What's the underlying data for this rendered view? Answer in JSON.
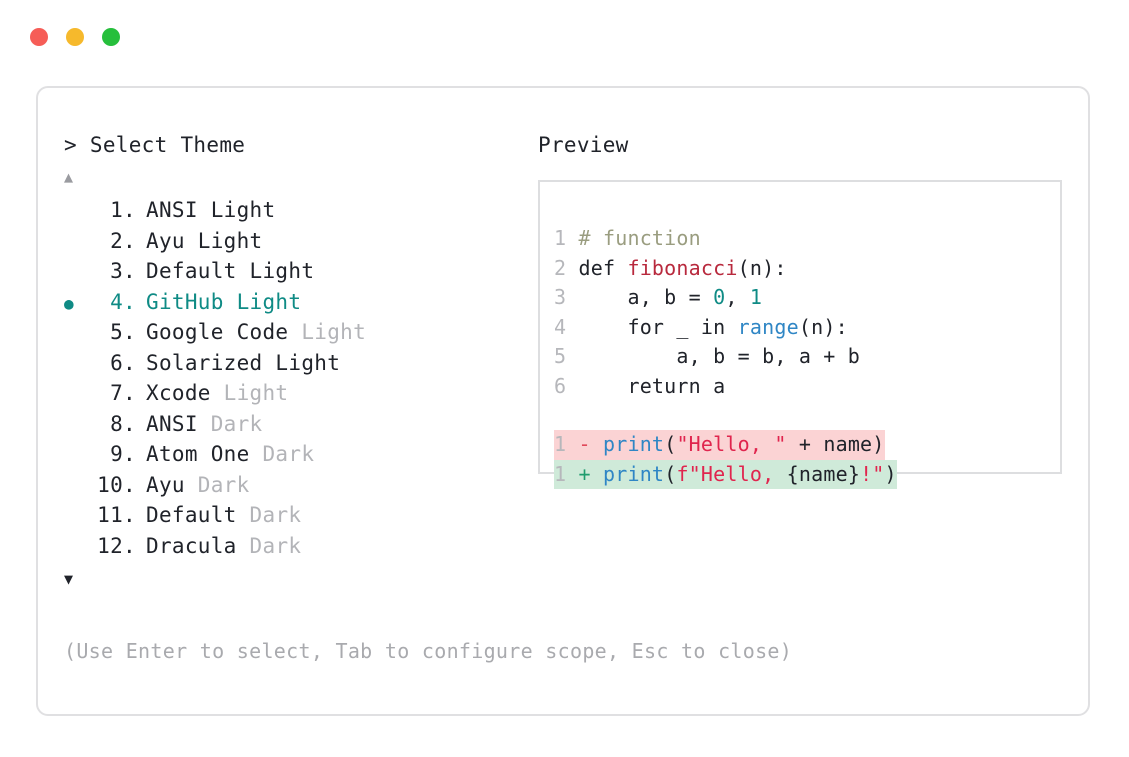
{
  "window": {
    "traffic_lights": [
      {
        "name": "close",
        "color": "#f65d57"
      },
      {
        "name": "minimize",
        "color": "#f6b92c"
      },
      {
        "name": "maximize",
        "color": "#26bf3c"
      }
    ]
  },
  "prompt": {
    "text": "> Select Theme",
    "symbol": ">",
    "label": "Select Theme"
  },
  "scroll": {
    "up_arrow": "▲",
    "down_arrow": "▼",
    "up_active": false,
    "down_active": true
  },
  "selection": {
    "marker": "●",
    "selected_index": 4,
    "accent_color": "#0f8b85"
  },
  "themes": [
    {
      "number": " 1.",
      "name": "ANSI Light",
      "suffix": "",
      "dim_suffix": false,
      "selected": false
    },
    {
      "number": " 2.",
      "name": "Ayu Light",
      "suffix": "",
      "dim_suffix": false,
      "selected": false
    },
    {
      "number": " 3.",
      "name": "Default Light",
      "suffix": "",
      "dim_suffix": false,
      "selected": false
    },
    {
      "number": " 4.",
      "name": "GitHub Light",
      "suffix": "",
      "dim_suffix": false,
      "selected": true
    },
    {
      "number": " 5.",
      "name": "Google Code",
      "suffix": " Light",
      "dim_suffix": true,
      "selected": false
    },
    {
      "number": " 6.",
      "name": "Solarized Light",
      "suffix": "",
      "dim_suffix": false,
      "selected": false
    },
    {
      "number": " 7.",
      "name": "Xcode",
      "suffix": " Light",
      "dim_suffix": true,
      "selected": false
    },
    {
      "number": " 8.",
      "name": "ANSI",
      "suffix": " Dark",
      "dim_suffix": true,
      "selected": false
    },
    {
      "number": " 9.",
      "name": "Atom One",
      "suffix": " Dark",
      "dim_suffix": true,
      "selected": false
    },
    {
      "number": "10.",
      "name": "Ayu",
      "suffix": " Dark",
      "dim_suffix": true,
      "selected": false
    },
    {
      "number": "11.",
      "name": "Default",
      "suffix": " Dark",
      "dim_suffix": true,
      "selected": false
    },
    {
      "number": "12.",
      "name": "Dracula",
      "suffix": " Dark",
      "dim_suffix": true,
      "selected": false
    }
  ],
  "footer": {
    "hint": "(Use Enter to select, Tab to configure scope, Esc to close)"
  },
  "preview": {
    "title": "Preview",
    "code_lines": [
      {
        "num": "1",
        "tokens": [
          {
            "t": "# function",
            "c": "comment"
          }
        ]
      },
      {
        "num": "2",
        "tokens": [
          {
            "t": "def ",
            "c": "kw"
          },
          {
            "t": "fibonacci",
            "c": "fn"
          },
          {
            "t": "(n):",
            "c": "punct"
          }
        ]
      },
      {
        "num": "3",
        "tokens": [
          {
            "t": "    a, b = ",
            "c": "kw"
          },
          {
            "t": "0",
            "c": "num"
          },
          {
            "t": ", ",
            "c": "punct"
          },
          {
            "t": "1",
            "c": "num"
          }
        ]
      },
      {
        "num": "4",
        "tokens": [
          {
            "t": "    for _ in ",
            "c": "kw"
          },
          {
            "t": "range",
            "c": "builtin"
          },
          {
            "t": "(n):",
            "c": "punct"
          }
        ]
      },
      {
        "num": "5",
        "tokens": [
          {
            "t": "        a, b = b, a + b",
            "c": "kw"
          }
        ]
      },
      {
        "num": "6",
        "tokens": [
          {
            "t": "    return a",
            "c": "kw"
          }
        ]
      }
    ],
    "diff_lines": [
      {
        "num": "1",
        "sign": "-",
        "kind": "del",
        "tokens": [
          {
            "t": "print",
            "c": "call"
          },
          {
            "t": "(",
            "c": "punct"
          },
          {
            "t": "\"Hello, \"",
            "c": "str"
          },
          {
            "t": " + name)",
            "c": "punct"
          }
        ]
      },
      {
        "num": "1",
        "sign": "+",
        "kind": "add",
        "tokens": [
          {
            "t": "print",
            "c": "call"
          },
          {
            "t": "(",
            "c": "punct"
          },
          {
            "t": "f\"Hello, ",
            "c": "str"
          },
          {
            "t": "{name}",
            "c": "punct"
          },
          {
            "t": "!\"",
            "c": "str"
          },
          {
            "t": ")",
            "c": "punct"
          }
        ]
      }
    ],
    "syntax_colors": {
      "comment": "#9a9d80",
      "function": "#b8293d",
      "number": "#0f8b85",
      "builtin": "#2f86c5",
      "string": "#e0254e",
      "line_number": "#b6b7bb",
      "diff_del_bg": "#fbd3d4",
      "diff_add_bg": "#cfead9"
    }
  }
}
